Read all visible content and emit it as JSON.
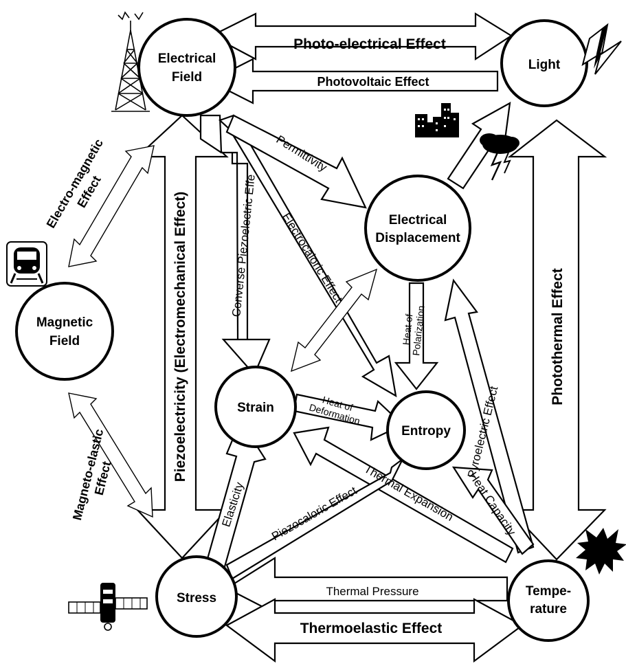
{
  "nodes": {
    "electrical_field": [
      "Electrical",
      "Field"
    ],
    "light": "Light",
    "electrical_displacement": [
      "Electrical",
      "Displacement"
    ],
    "magnetic_field": [
      "Magnetic",
      "Field"
    ],
    "strain": "Strain",
    "entropy": "Entropy",
    "stress": "Stress",
    "temperature": [
      "Tempe-",
      "rature"
    ]
  },
  "effects": {
    "photo_electrical": "Photo-electrical Effect",
    "photovoltaic": "Photovoltaic Effect",
    "electro_magnetic": [
      "Electro-magnetic",
      "Effect"
    ],
    "piezoelectricity": "Piezoelectricity (Electromechanical Effect)",
    "converse_piezoelectric": "Converse Piezoelectric Effe",
    "electrocaloric": "Electrocaloric Effect",
    "permittivity": "Permittivity",
    "heat_of_polarization": [
      "Heat of",
      "Polarization"
    ],
    "pyroelectric": "Pyroelectric Effect",
    "photothermal": "Photothermal Effect",
    "heat_of_deformation": [
      "Heat of",
      "Deformation"
    ],
    "magneto_elastic": [
      "Magneto-elastic",
      "Effect"
    ],
    "elasticity": "Elasticity",
    "piezocaloric": "Piezocaloric Effect",
    "thermal_expansion": "Thermal Expansion",
    "heat_capacity": "Heat Capacity",
    "thermal_pressure": "Thermal Pressure",
    "thermoelastic": "Thermoelastic Effect"
  },
  "icons": [
    "radio-tower-icon",
    "city-skyline-icon",
    "lightning-bolt-icon",
    "storm-cloud-icon",
    "train-icon",
    "satellite-icon",
    "sunburst-icon"
  ]
}
